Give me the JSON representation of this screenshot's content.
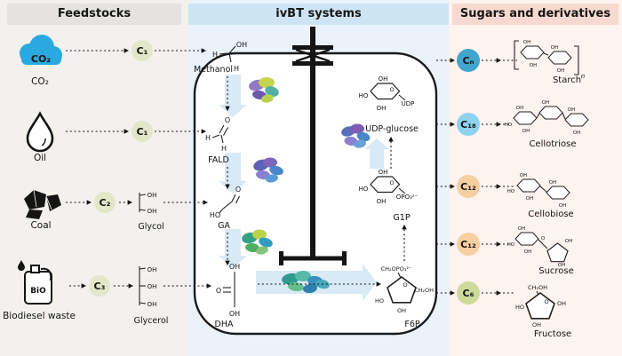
{
  "headers": {
    "feedstocks": "Feedstocks",
    "systems": "ivBT systems",
    "products": "Sugars and derivatives"
  },
  "colors": {
    "c_left_badge": "#e3e7c9",
    "c_n": "#41a5cd",
    "c_18": "#8dd2ee",
    "c_12": "#f8cfa3",
    "c_6": "#cdda9b",
    "flow_arrow": "#d9eaf7",
    "co2_cloud": "#29a9e0"
  },
  "feedstocks": {
    "items": [
      {
        "label": "CO₂",
        "icon_text": "CO₂",
        "carbon": "C₁"
      },
      {
        "label": "Oil",
        "carbon": "C₁"
      },
      {
        "label": "Coal",
        "carbon": "C₂",
        "intermediate": "Glycol"
      },
      {
        "label": "Biodiesel waste",
        "icon_text": "BiO",
        "carbon": "C₃",
        "intermediate": "Glycerol"
      }
    ]
  },
  "reactor": {
    "molecules": {
      "methanol": "Methanol",
      "fald": "FALD",
      "ga": "GA",
      "dha": "DHA",
      "udp_glucose": "UDP-glucose",
      "g1p": "G1P",
      "f6p": "F6P"
    }
  },
  "products": {
    "items": [
      {
        "carbon": "Cₙ",
        "name": "Starch"
      },
      {
        "carbon": "C₁₈",
        "name": "Cellotriose"
      },
      {
        "carbon": "C₁₂",
        "name": "Cellobiose"
      },
      {
        "carbon": "C₁₂",
        "name": "Sucrose"
      },
      {
        "carbon": "C₆",
        "name": "Fructose"
      }
    ],
    "repeat_subscript": "n"
  },
  "atoms": {
    "oh": "OH",
    "ho": "HO",
    "h": "H",
    "o": "O",
    "udp": "UDP",
    "opo3": "OPO₃²⁻",
    "ch2opo3": "CH₂OPO₃²⁻",
    "ch2oh": "CH₂OH"
  }
}
